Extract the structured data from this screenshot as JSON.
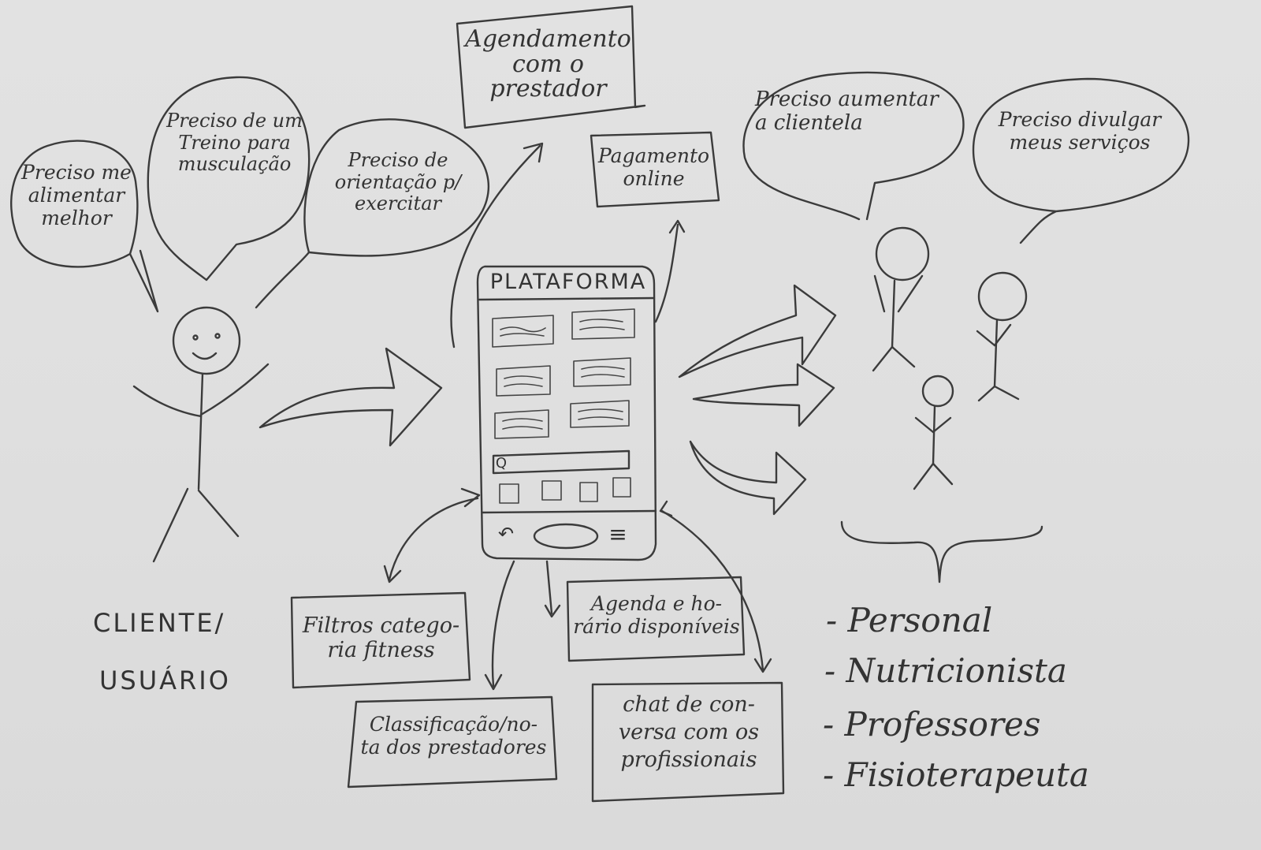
{
  "client": {
    "bubbles": [
      "Preciso me\nalimentar\nmelhor",
      "Preciso de um\nTreino para\nmusculação",
      "Preciso de\norientação p/\nexercitar"
    ],
    "label_line1": "CLIENTE/",
    "label_line2": "USUÁRIO"
  },
  "platform": {
    "title": "PLATAFORMA",
    "search_glyph": "Q",
    "nav_back": "↶",
    "nav_menu": "≡"
  },
  "features": {
    "scheduling": "Agendamento\ncom o\nprestador",
    "payment": "Pagamento\nonline",
    "filters": "Filtros catego-\nria fitness",
    "rating": "Classificação/no-\nta dos prestadores",
    "agenda": "Agenda e ho-\nrário disponíveis",
    "chat": "chat de con-\nversa com os\nprofissionais"
  },
  "providers": {
    "bubbles": [
      "Preciso aumentar\na clientela",
      "Preciso divulgar\nmeus serviços"
    ],
    "list": [
      "- Personal",
      "- Nutricionista",
      "- Professores",
      "- Fisioterapeuta"
    ]
  }
}
